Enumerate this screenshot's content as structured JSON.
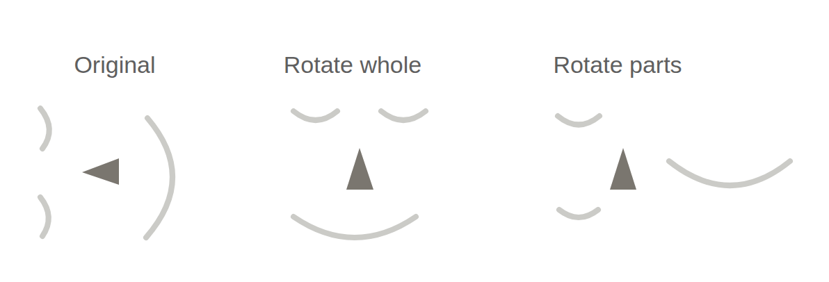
{
  "diagram": {
    "labels": [
      "Original",
      "Rotate whole",
      "Rotate parts"
    ]
  }
}
